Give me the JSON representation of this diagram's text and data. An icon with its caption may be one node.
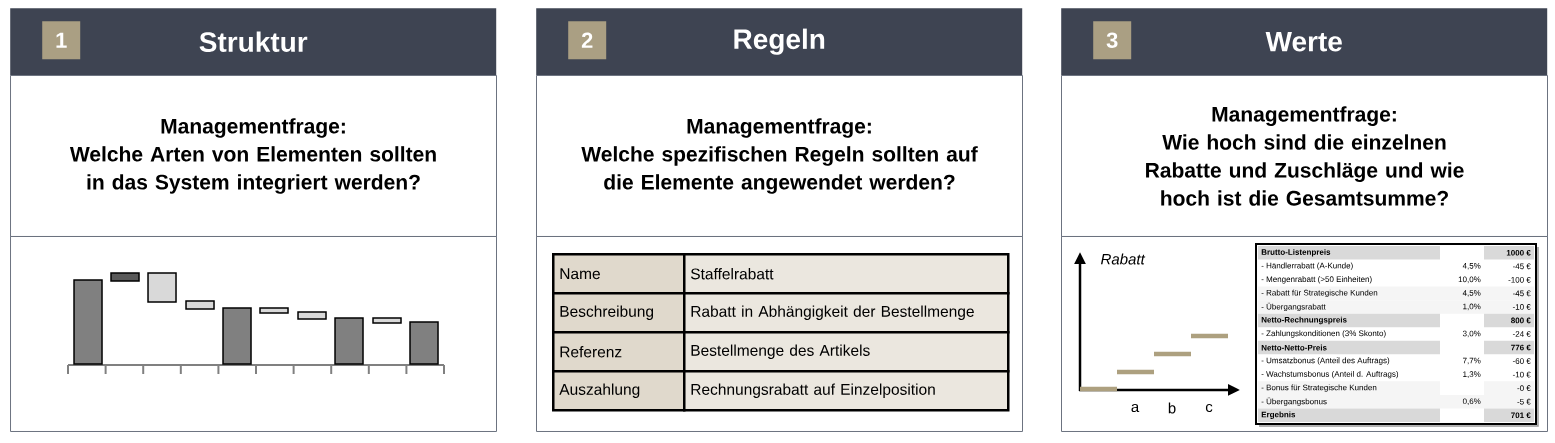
{
  "diagram": {
    "nodes": [
      {
        "text": [
          "Struktur"
        ]
      },
      {
        "text": [
          "1"
        ],
        "in": 0
      },
      {
        "text": [
          "Managementfrage:",
          "Welche Arten von Elementen sollten in das System integriert werden?"
        ]
      },
      {
        "text": [],
        "shape": "box"
      },
      {
        "text": [
          "Regeln"
        ]
      },
      {
        "text": [
          "2"
        ],
        "in": 4
      },
      {
        "text": [
          "Managementfrage:",
          "Welche spezifischen Regeln sollten auf die Elemente angewendet werden?"
        ]
      },
      {
        "text": [],
        "shape": "box"
      },
      {
        "text": [
          "Werte"
        ]
      },
      {
        "text": [
          "3"
        ],
        "in": 8
      },
      {
        "text": [
          "Managementfrage:",
          "Wie hoch sind die einzelnen Rabatte und Zuschläge und wie hoch ist die Gesamtsumme?"
        ]
      },
      {
        "text": [],
        "shape": "box"
      }
    ],
    "labels": [
      "Name",
      "Staffelrabatt",
      "Beschreibung",
      "Rabatt in Abhängigkeit der Bestellmenge",
      "Referenz",
      "Bestellmenge des Artikels",
      "Auszahlung",
      "Rechnungsrabatt auf Einzelposition",
      "Rabatt",
      "a",
      "b",
      "c",
      "Brutto-Listenpreis",
      "1000 €",
      "- Händlerrabatt (A-Kunde)",
      "4,5%",
      "-45 €",
      "- Mengenrabatt (>50 Einheiten)",
      "10,0%",
      "-100 €",
      "- Rabatt für Strategische Kunden",
      "4,5%",
      "-45 €",
      "- Übergangsrabatt",
      "1,0%",
      "-10 €",
      "Netto-Rechnungspreis",
      "800 €",
      "- Zahlungskonditionen (3% Skonto)",
      "3,0%",
      "-24 €",
      "Netto-Netto-Preis",
      "776 €",
      "- Umsatzbonus (Anteil des Auftrags)",
      "7,7%",
      "-60 €",
      "- Wachstumsbonus (Anteil d. Auftrags)",
      "1,3%",
      "-10 €",
      "- Bonus für Strategische Kunden",
      "-0 €",
      "- Übergangsbonus",
      "0,6%",
      "-5 €",
      "Ergebnis",
      "701 €"
    ]
  }
}
